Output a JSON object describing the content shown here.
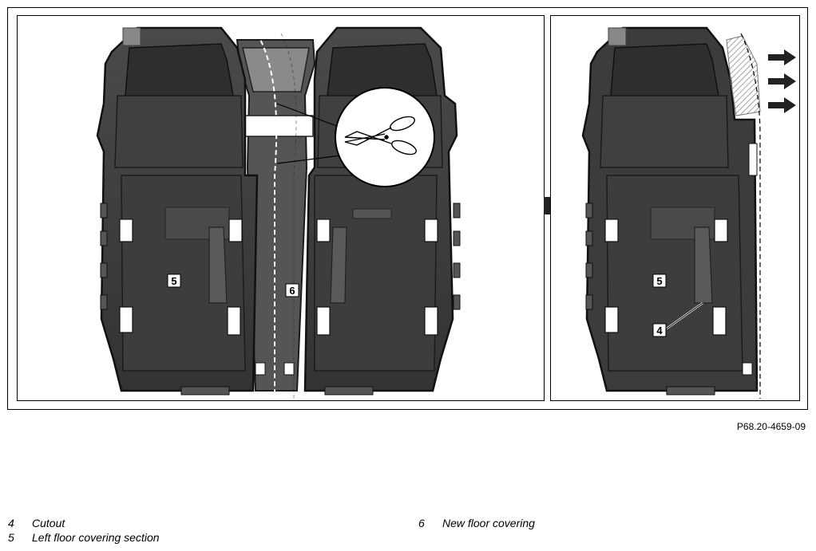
{
  "figure": {
    "code": "P68.20-4659-09",
    "callouts": {
      "left_section": "5",
      "new_covering": "6",
      "right_section": "5",
      "cutout": "4"
    }
  },
  "legend": {
    "items": [
      {
        "num": "4",
        "text": "Cutout"
      },
      {
        "num": "5",
        "text": "Left floor covering section"
      },
      {
        "num": "6",
        "text": "New floor covering"
      }
    ]
  },
  "colors": {
    "covering": "#3a3a3a",
    "covering_dark": "#262626",
    "covering_light": "#575757",
    "frame": "#000000"
  }
}
